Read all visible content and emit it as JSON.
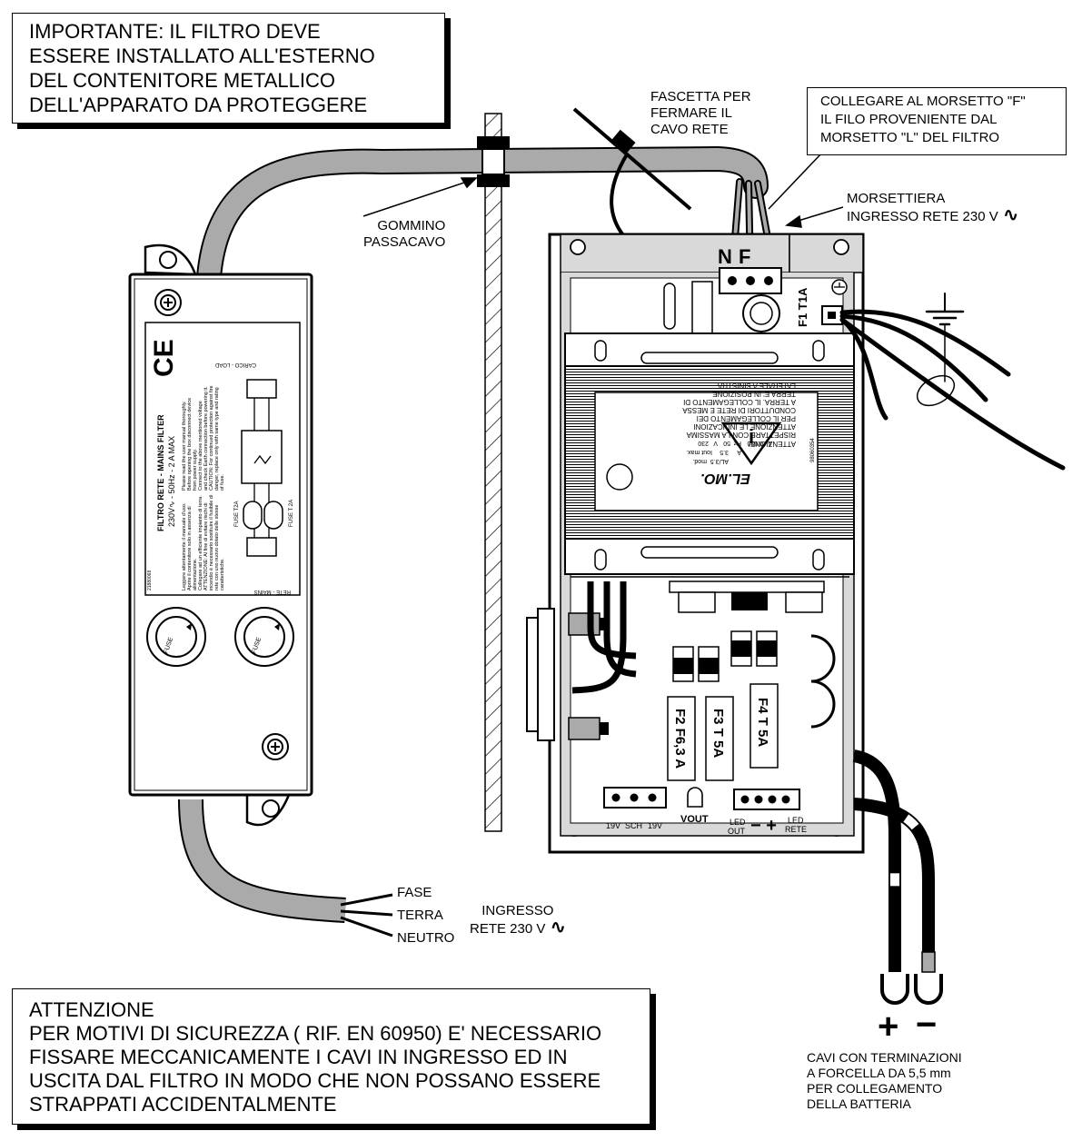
{
  "notes": {
    "top": [
      "IMPORTANTE: IL FILTRO DEVE",
      "ESSERE  INSTALLATO ALL'ESTERNO",
      "DEL CONTENITORE METALLICO",
      "DELL'APPARATO DA PROTEGGERE"
    ],
    "bottom": [
      "ATTENZIONE",
      "PER MOTIVI DI SICUREZZA ( RIF. EN 60950) E' NECESSARIO",
      "FISSARE MECCANICAMENTE I CAVI IN INGRESSO ED IN",
      "USCITA DAL FILTRO IN MODO CHE NON POSSANO ESSERE",
      "STRAPPATI ACCIDENTALMENTE"
    ],
    "terminal": [
      "COLLEGARE AL MORSETTO \"F\"",
      "IL FILO PROVENIENTE DAL",
      "MORSETTO \"L\"  DEL FILTRO"
    ]
  },
  "labels": {
    "fascetta": [
      "FASCETTA PER",
      "FERMARE IL",
      "CAVO RETE"
    ],
    "gommino": [
      "GOMMINO",
      "PASSACAVO"
    ],
    "morsettiera": [
      "MORSETTIERA",
      "INGRESSO RETE 230 V"
    ],
    "fase": "FASE",
    "terra": "TERRA",
    "neutro": "NEUTRO",
    "ingresso": [
      "INGRESSO",
      "RETE 230 V"
    ],
    "cavi": [
      "CAVI CON TERMINAZIONI",
      "A FORCELLA DA 5,5 mm",
      "PER COLLEGAMENTO",
      "DELLA BATTERIA"
    ],
    "plus": "+",
    "minus": "−"
  },
  "psu": {
    "terminal_letters": [
      "N",
      "F"
    ],
    "fuse_f1": "F1 T1A",
    "fuse_f2": "F2  F6,3 A",
    "fuse_f3": "F3  T 5A",
    "fuse_f4": "F4 T 5A",
    "vout": "VOUT",
    "led_out": [
      "LED",
      "OUT"
    ],
    "led_rete": [
      "LED",
      "RETE"
    ],
    "conn_labels": [
      "19V",
      "SCH",
      "19V"
    ],
    "pol": "−  +"
  },
  "transformer_label": {
    "brand": "EL.MO.",
    "code": "98060354",
    "model_row": [
      "mod.",
      "AL/3.5"
    ],
    "iout_row": [
      "Iout max.",
      "3.5",
      "A"
    ],
    "rating_row": [
      "230",
      "V",
      "50",
      "Hz",
      "0.530",
      "A"
    ],
    "warning": [
      "ATTENZIONE!",
      "RISPETTARE CON LA MASSIMA",
      "ATTENZIONE LE INDICAZIONI",
      "PER IL COLLEGAMENTO DEI",
      "CONDUTTORI DI RETE E MESSA",
      "A TERRA. IL COLLEGAMENTO DI",
      "TERRA E' IN POSIZIONE",
      "LATERALE A SINISTRA"
    ]
  },
  "filter_label": {
    "title": "FILTRO RETE - MAINS FILTER",
    "rating": "230V∿ - 50Hz - 2 A MAX",
    "it_text": [
      "Leggere attentamente il manuale d'uso.",
      "Aprire il contenitore solo in assenza di",
      "alimentazione.",
      "Collegare ad un efficiente impianto di terra.",
      "ATTENZIONE: Al fine di evitare rischi di",
      "incendio è necessario sostituire il fusibile di",
      "rete con uno nuovo dotato delle stesse",
      "caratteristiche."
    ],
    "en_text": [
      "Please read the user manual thoroughly.",
      "Before opening the box disconnect device",
      "from power supply.",
      "Connect to the above mentioned voltage",
      "and check Earth connection before powering it.",
      "CAUTION: For continued protection against fire",
      "danger, replace only with same type and rating",
      "of fuse."
    ],
    "load": "CARICO - LOAD",
    "mains": "RETE - MAINS",
    "fuse_left": "FUSE T2A",
    "fuse_right": "FUSE T 2A",
    "code": "21880068",
    "fuse_holder_text": "FUSE",
    "ce": "CE"
  }
}
